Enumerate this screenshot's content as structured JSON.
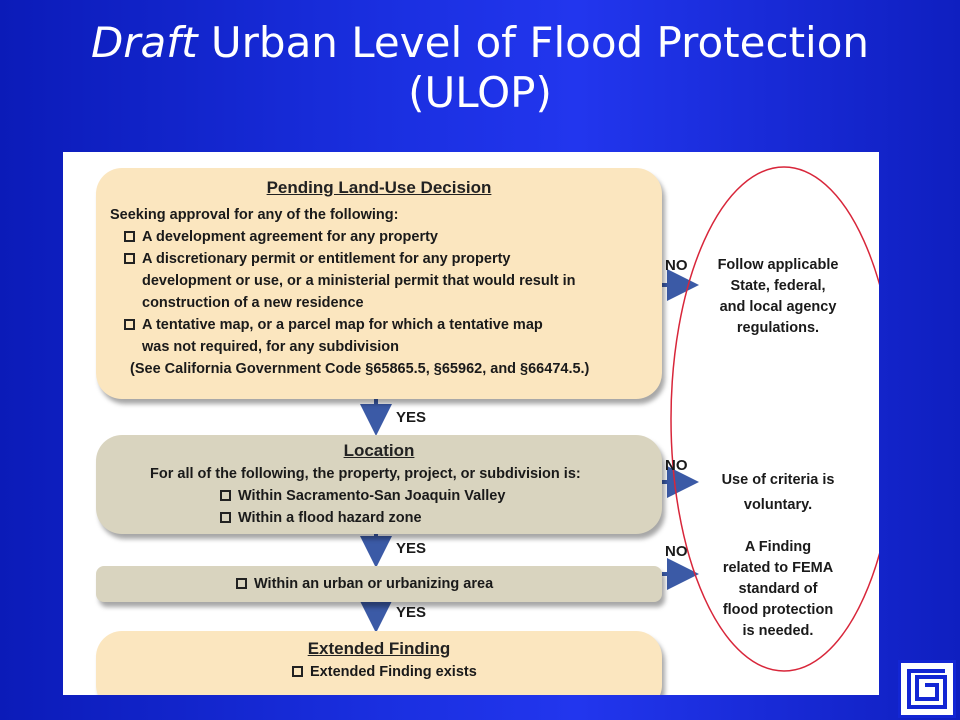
{
  "slide": {
    "title_italic": "Draft",
    "title_rest": " Urban Level of Flood Protection",
    "title_line2": "(ULOP)"
  },
  "flowchart": {
    "box1": {
      "heading": "Pending Land-Use Decision",
      "intro": "Seeking approval for any of the following:",
      "item1": "A development agreement for any property",
      "item2_l1": "A discretionary permit or entitlement for any property",
      "item2_l2": "development or use, or a ministerial permit that would result in",
      "item2_l3": "construction of a new residence",
      "item3_l1": "A tentative map, or a parcel map for which a tentative map",
      "item3_l2": "was not required, for any subdivision",
      "note": "(See California Government Code §65865.5, §65962, and §66474.5.)"
    },
    "box2": {
      "heading": "Location",
      "intro": "For all of the following, the property, project, or subdivision is:",
      "item1": "Within Sacramento-San Joaquin Valley",
      "item2": "Within a flood hazard zone"
    },
    "box3": {
      "item1": "Within an urban or urbanizing area"
    },
    "box4": {
      "heading": "Extended Finding",
      "item1": "Extended Finding exists"
    },
    "yes_label": "YES",
    "no_label": "NO",
    "outcome1": [
      "Follow applicable",
      "State, federal,",
      "and local agency",
      "regulations."
    ],
    "outcome2": [
      "Use of criteria is",
      "voluntary."
    ],
    "outcome3": [
      "A Finding",
      "related to FEMA",
      "standard of",
      "flood protection",
      "is needed."
    ]
  },
  "colors": {
    "background_blue": "#1a2fe0",
    "box_cream": "#fbe6bf",
    "box_tan": "#d9d4bf",
    "arrow_blue": "#3b5aa6",
    "ellipse_red": "#d8263a"
  },
  "icons": {
    "logo": "company-logo-icon",
    "checkbox": "checkbox-icon"
  }
}
